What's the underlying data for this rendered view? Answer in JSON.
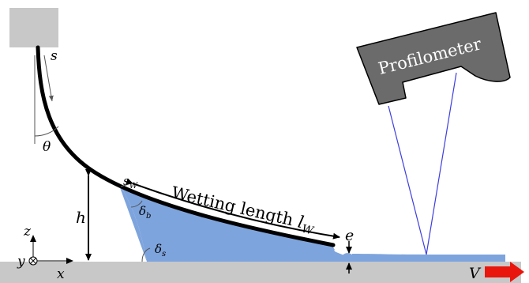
{
  "labels": {
    "profilometer": "Profilometer",
    "s": "s",
    "theta": "θ",
    "h": "h",
    "s_w_main": "s",
    "s_w_sub": "W",
    "delta_b_main": "δ",
    "delta_b_sub": "b",
    "delta_s_main": "δ",
    "delta_s_sub": "s",
    "wetting_length_text": "Wetting length ",
    "wetting_length_symbol": "l",
    "wetting_length_sub": "W",
    "e": "e",
    "z": "z",
    "y": "y",
    "x": "x",
    "V": "V"
  },
  "colors": {
    "substrate": "#c8c8c8",
    "clamp": "#c8c8c8",
    "liquid": "#7ea4dd",
    "fiber": "#000000",
    "profilometer_body": "#6b6b6b",
    "laser": "#3d3de0",
    "arrow_V": "#e8160c",
    "annotation": "#000000"
  }
}
